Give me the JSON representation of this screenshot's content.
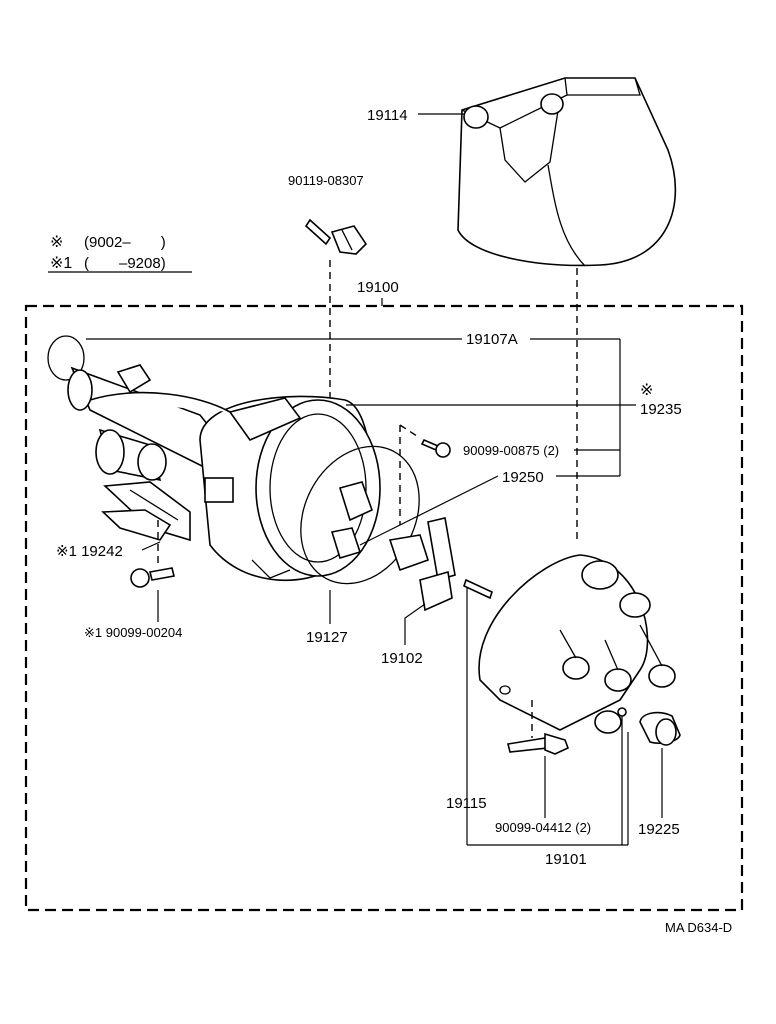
{
  "legend": {
    "line1_mark": "※",
    "line1_text": "(9002–　　)",
    "line2_mark": "※1",
    "line2_text": "(　　–9208)"
  },
  "parts": {
    "p19114": "19114",
    "p90119_08307": "90119-08307",
    "p19100": "19100",
    "p19107A": "19107A",
    "p19235_mark": "※",
    "p19235": "19235",
    "p90099_00875": "90099-00875 (2)",
    "p19250": "19250",
    "p19242": "※1 19242",
    "p90099_00204": "※1 90099-00204",
    "p19127": "19127",
    "p19102": "19102",
    "p19115": "19115",
    "p90099_04412": "90099-04412 (2)",
    "p19225": "19225",
    "p19101": "19101"
  },
  "diagram_code": "MA D634-D"
}
